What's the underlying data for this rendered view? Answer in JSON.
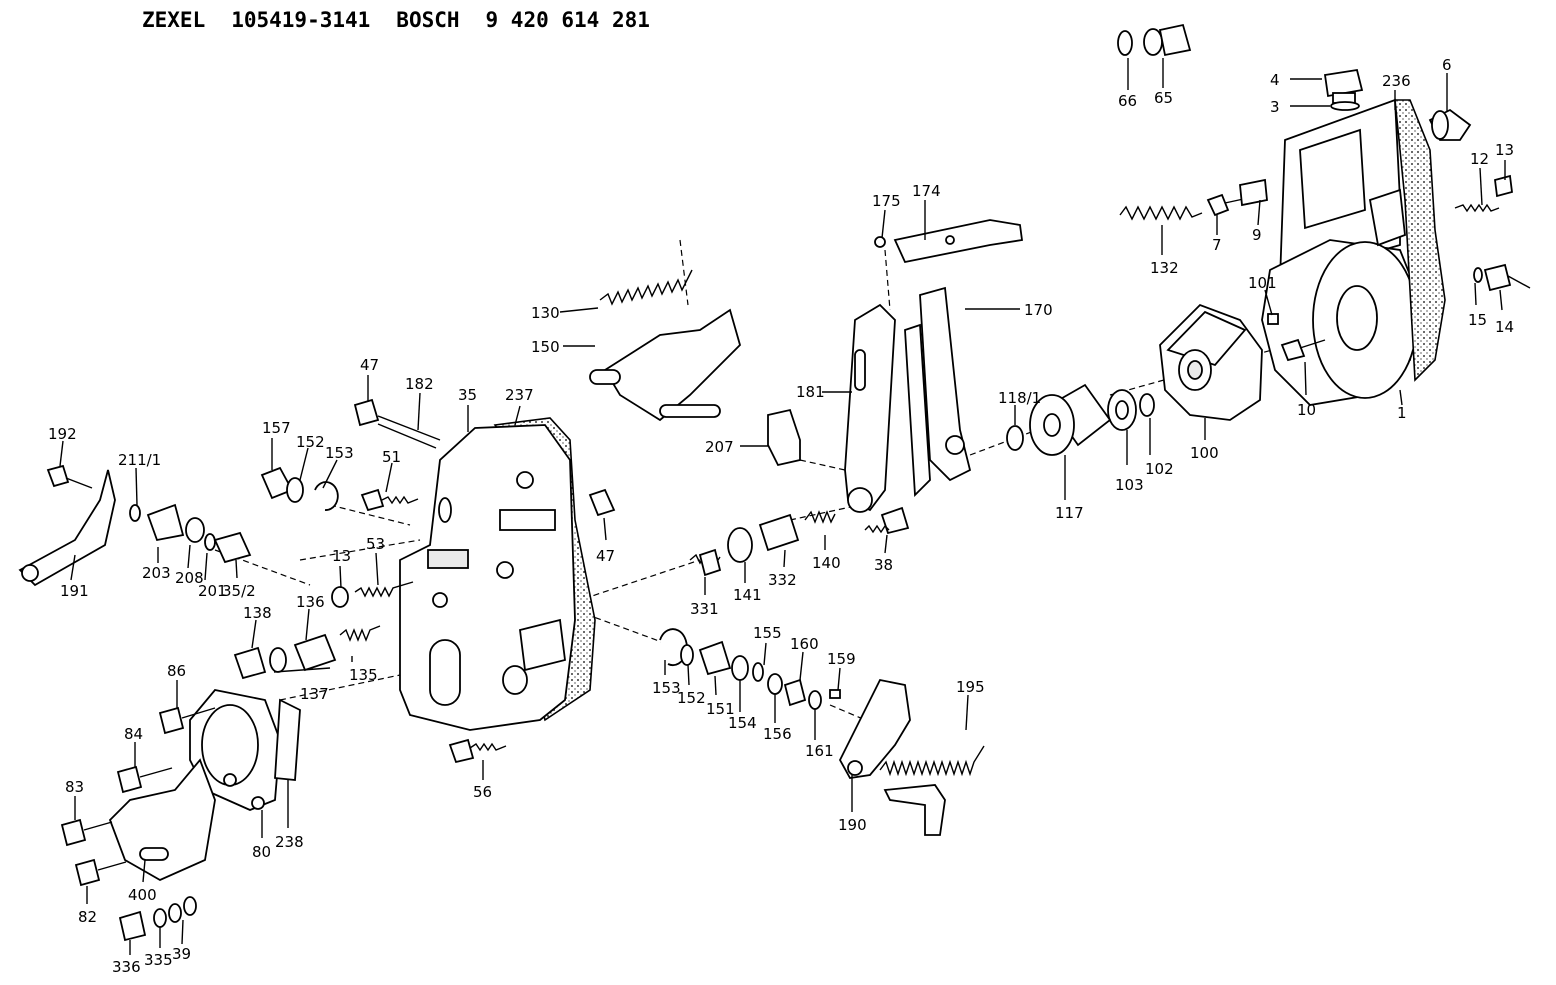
{
  "header": {
    "brand1": "ZEXEL",
    "number1": "105419-3141",
    "brand2": "BOSCH",
    "number2": "9 420 614 281"
  },
  "labels": {
    "l66": "66",
    "l65": "65",
    "l4": "4",
    "l3": "3",
    "l236": "236",
    "l6": "6",
    "l12": "12",
    "l13a": "13",
    "l7": "7",
    "l9": "9",
    "l132": "132",
    "l101": "101",
    "l15": "15",
    "l14": "14",
    "l10": "10",
    "l1": "1",
    "l100": "100",
    "l102": "102",
    "l103": "103",
    "l117": "117",
    "l118_1": "118/1",
    "l175": "175",
    "l174": "174",
    "l170": "170",
    "l181": "181",
    "l38": "38",
    "l130": "130",
    "l150": "150",
    "l207": "207",
    "l47a": "47",
    "l182": "182",
    "l35": "35",
    "l237": "237",
    "l47b": "47",
    "l157": "157",
    "l152a": "152",
    "l153a": "153",
    "l51": "51",
    "l192": "192",
    "l211_1": "211/1",
    "l191": "191",
    "l203": "203",
    "l208": "208",
    "l201": "201",
    "l35_2": "35/2",
    "l13b": "13",
    "l53": "53",
    "l136": "136",
    "l138": "138",
    "l137": "137",
    "l135": "135",
    "l331": "331",
    "l141": "141",
    "l332": "332",
    "l140": "140",
    "l153b": "153",
    "l152b": "152",
    "l151": "151",
    "l154": "154",
    "l155": "155",
    "l156": "156",
    "l160": "160",
    "l161": "161",
    "l159": "159",
    "l195": "195",
    "l190": "190",
    "l56": "56",
    "l86": "86",
    "l84": "84",
    "l83": "83",
    "l82": "82",
    "l80": "80",
    "l238": "238",
    "l400": "400",
    "l336": "336",
    "l335": "335",
    "l39": "39"
  }
}
